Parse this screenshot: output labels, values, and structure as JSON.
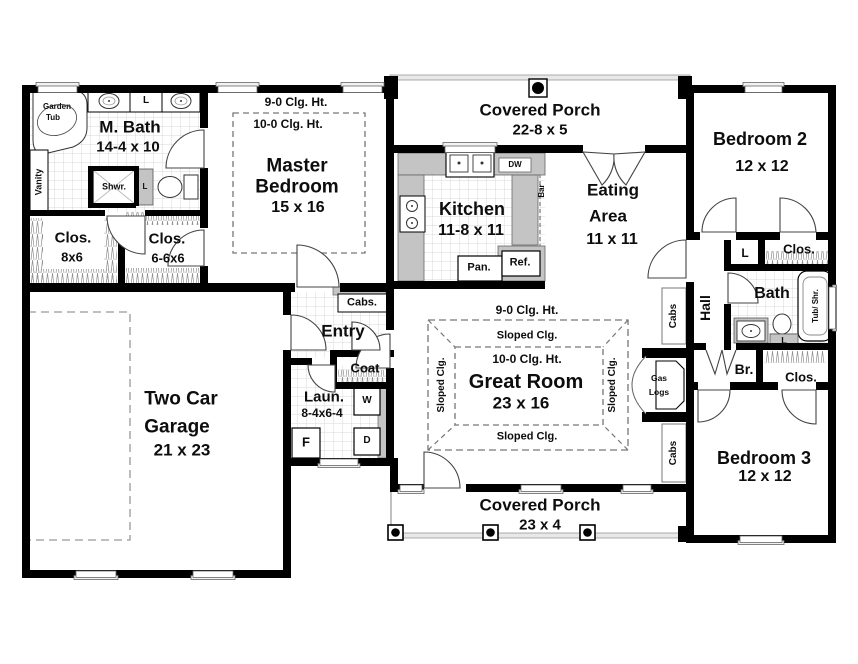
{
  "rooms": {
    "m_bath": {
      "name": "M. Bath",
      "dim": "14-4 x 10"
    },
    "closet_mbath_1": {
      "name": "Clos.",
      "dim": "8x6"
    },
    "closet_mbath_2": {
      "name": "Clos.",
      "dim": "6-6x6"
    },
    "master_bedroom": {
      "line1": "Master",
      "line2": "Bedroom",
      "dim": "15 x 16",
      "clg9": "9-0 Clg. Ht.",
      "clg10": "10-0 Clg. Ht."
    },
    "covered_porch_top": {
      "name": "Covered Porch",
      "dim": "22-8 x 5"
    },
    "kitchen": {
      "name": "Kitchen",
      "dim": "11-8 x 11"
    },
    "eating_area": {
      "line1": "Eating",
      "line2": "Area",
      "dim": "11 x 11"
    },
    "bedroom2": {
      "name": "Bedroom 2",
      "dim": "12 x 12"
    },
    "entry": {
      "name": "Entry"
    },
    "coat": {
      "name": "Coat"
    },
    "laundry": {
      "name": "Laun.",
      "dim": "8-4x6-4"
    },
    "garage": {
      "line1": "Two Car",
      "line2": "Garage",
      "dim": "21 x 23"
    },
    "great_room": {
      "name": "Great Room",
      "dim": "23 x 16",
      "clg9": "9-0 Clg. Ht.",
      "clg10": "10-0 Clg. Ht.",
      "sloped": "Sloped Clg."
    },
    "hall": {
      "name": "Hall"
    },
    "bath2": {
      "name": "Bath"
    },
    "br": {
      "name": "Br."
    },
    "closet_bedroom2": {
      "name": "Clos."
    },
    "closet_bedroom3": {
      "name": "Clos."
    },
    "bedroom3": {
      "name": "Bedroom 3",
      "dim": "12 x 12"
    },
    "covered_porch_bottom": {
      "name": "Covered Porch",
      "dim": "23 x 4"
    }
  },
  "fixtures": {
    "garden_tub_line1": "Garden",
    "garden_tub_line2": "Tub",
    "vanity": "Vanity",
    "shower": "Shwr.",
    "shower_linen": "L",
    "counter_linen": "L",
    "dishwasher": "DW",
    "bar": "Bar",
    "pantry": "Pan.",
    "refrigerator": "Ref.",
    "cabs_entry": "Cabs.",
    "washer": "W",
    "dryer": "D",
    "freezer": "F",
    "cabs_right_top": "Cabs",
    "cabs_right_bottom": "Cabs",
    "gas_logs_line1": "Gas",
    "gas_logs_line2": "Logs",
    "tub_shower": "Tub/ Shr.",
    "bath_linen": "L",
    "closet_linen": "L"
  },
  "colors": {
    "wall": "#000000",
    "tile_line": "#d9d9d9",
    "counter_gray": "#c4c4c4",
    "dash_gray": "#777777",
    "porch_gray": "#999999"
  }
}
